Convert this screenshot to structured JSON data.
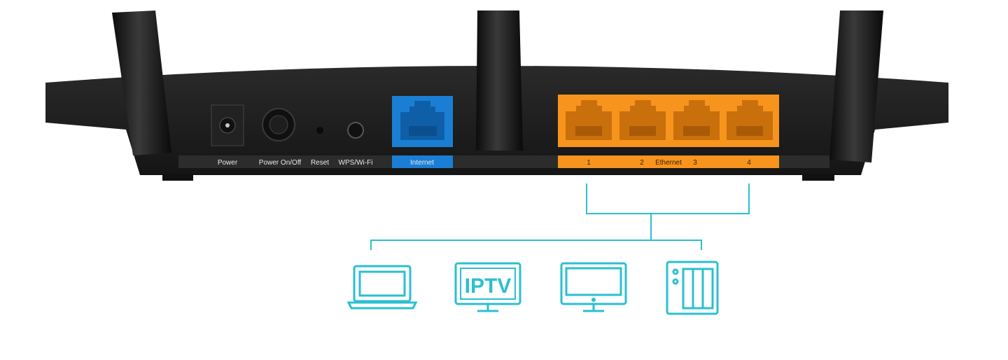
{
  "router": {
    "labels": {
      "power": "Power",
      "power_onoff": "Power On/Off",
      "reset": "Reset",
      "wps": "WPS/Wi-Fi",
      "internet": "Internet",
      "ethernet": "Ethernet",
      "port1": "1",
      "port2": "2",
      "port3": "3",
      "port4": "4"
    }
  },
  "devices": {
    "iptv_text": "IPTV",
    "items": [
      "laptop",
      "iptv",
      "desktop-monitor",
      "nas"
    ]
  },
  "colors": {
    "internet": "#1a7fd4",
    "ethernet": "#f7941d",
    "connector": "#2bbfd0",
    "body": "#1b1b1b"
  }
}
